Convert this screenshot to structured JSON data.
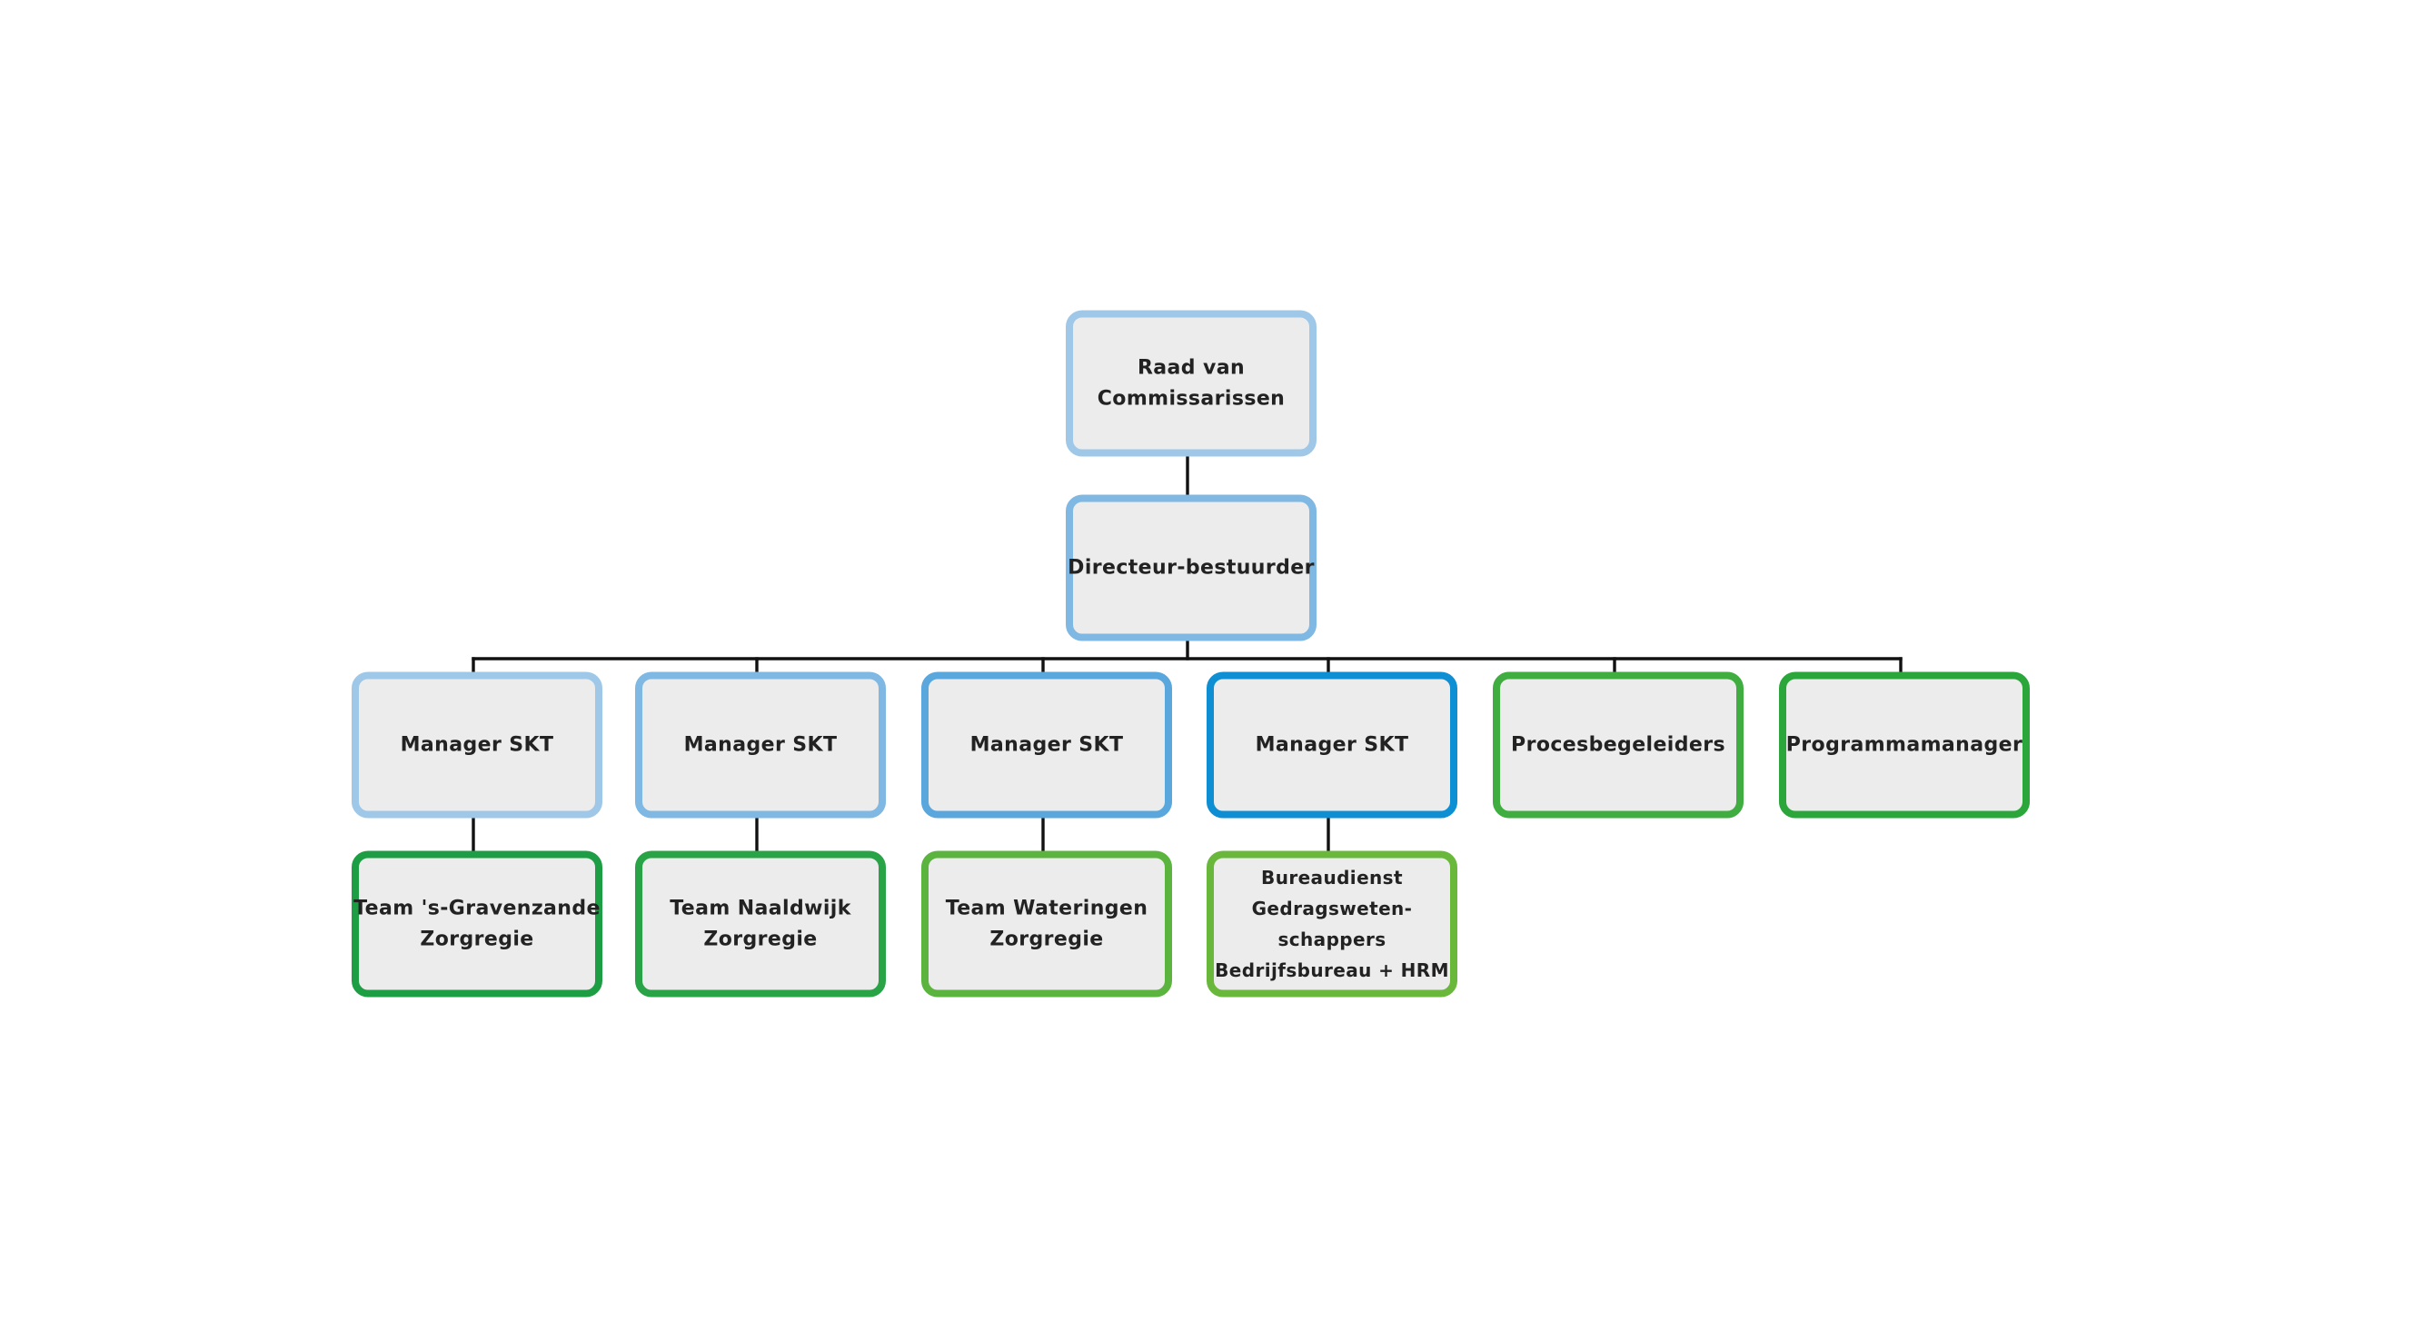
{
  "diagram": {
    "colors": {
      "blue_1": "#9fc8e8",
      "blue_2": "#7fb8e2",
      "blue_3": "#5aa7de",
      "blue_4": "#0e8fd3",
      "green_1": "#1e9e44",
      "green_2": "#28a447",
      "green_3": "#5bb43e",
      "green_4": "#69b83c",
      "green_5": "#3fad3f",
      "green_6": "#2aa63b",
      "connector": "#111111",
      "box_fill": "#ececec"
    },
    "nodes": [
      {
        "id": "raad",
        "color": "blue_1",
        "lines": [
          "Raad van",
          "Commissarissen"
        ]
      },
      {
        "id": "directeur",
        "color": "blue_2",
        "lines": [
          "Directeur-bestuurder"
        ]
      },
      {
        "id": "manager-1",
        "color": "blue_1",
        "lines": [
          "Manager SKT"
        ]
      },
      {
        "id": "manager-2",
        "color": "blue_2",
        "lines": [
          "Manager SKT"
        ]
      },
      {
        "id": "manager-3",
        "color": "blue_3",
        "lines": [
          "Manager SKT"
        ]
      },
      {
        "id": "manager-4",
        "color": "blue_4",
        "lines": [
          "Manager SKT"
        ]
      },
      {
        "id": "procesbegeleiders",
        "color": "green_5",
        "lines": [
          "Procesbegeleiders"
        ]
      },
      {
        "id": "programmamanager",
        "color": "green_6",
        "lines": [
          "Programmamanager"
        ]
      },
      {
        "id": "team-gravenzande",
        "color": "green_1",
        "lines": [
          "Team 's-Gravenzande",
          "Zorgregie"
        ]
      },
      {
        "id": "team-naaldwijk",
        "color": "green_2",
        "lines": [
          "Team Naaldwijk",
          "Zorgregie"
        ]
      },
      {
        "id": "team-wateringen",
        "color": "green_3",
        "lines": [
          "Team Wateringen",
          "Zorgregie"
        ]
      },
      {
        "id": "bureaudienst",
        "color": "green_4",
        "lines": [
          "Bureaudienst",
          "Gedragsweten-",
          "schappers",
          "Bedrijfsbureau + HRM"
        ]
      }
    ],
    "edges": [
      [
        "raad",
        "directeur"
      ],
      [
        "directeur",
        "manager-1"
      ],
      [
        "directeur",
        "manager-2"
      ],
      [
        "directeur",
        "manager-3"
      ],
      [
        "directeur",
        "manager-4"
      ],
      [
        "directeur",
        "procesbegeleiders"
      ],
      [
        "directeur",
        "programmamanager"
      ],
      [
        "manager-1",
        "team-gravenzande"
      ],
      [
        "manager-2",
        "team-naaldwijk"
      ],
      [
        "manager-3",
        "team-wateringen"
      ],
      [
        "manager-4",
        "bureaudienst"
      ]
    ]
  }
}
